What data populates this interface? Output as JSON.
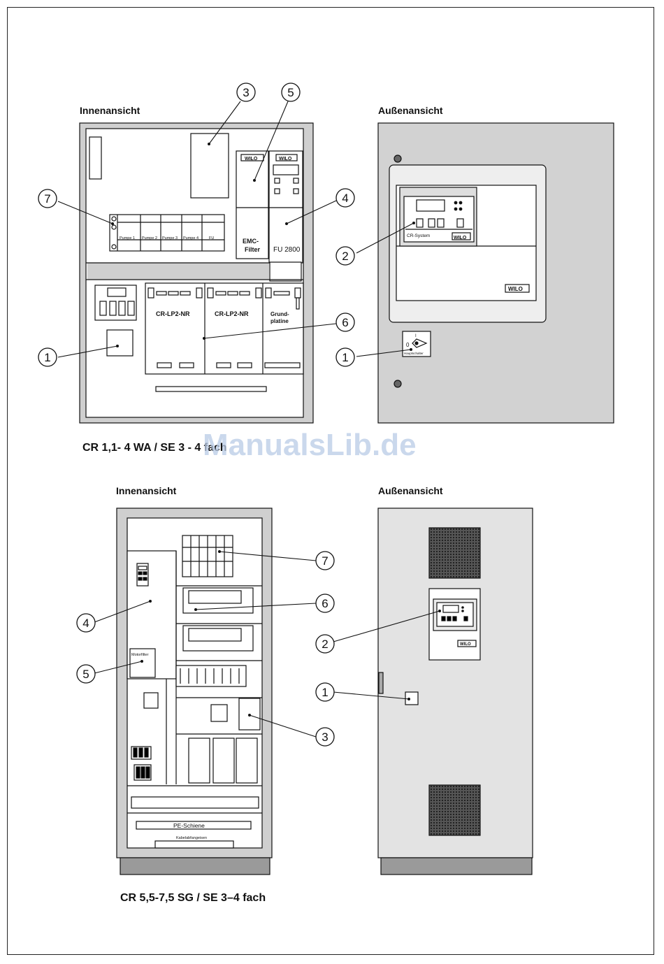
{
  "headings": {
    "inner": "Innenansicht",
    "outer": "Außenansicht"
  },
  "captions": {
    "top": "CR 1,1- 4  WA / SE  3 - 4 fach",
    "bottom": "CR 5,5-7,5  SG / SE  3–4 fach"
  },
  "watermark": "ManualsLib.de",
  "callouts": [
    "1",
    "2",
    "3",
    "4",
    "5",
    "6",
    "7"
  ],
  "labels": {
    "brand": "WILO",
    "emc_line1": "EMC-",
    "emc_line2": "Filter",
    "fu": "FU 2800",
    "cr_lp2_nr": "CR-LP2-NR",
    "grund_line1": "Grund-",
    "grund_line2": "platine",
    "pumps": [
      "Pumpe 1",
      "Pumpe 2",
      "Pumpe 3",
      "Pumpe 4",
      "FU"
    ],
    "cr_system": "CR-System",
    "main_switch": "Hauptschalter",
    "switch_off": "0",
    "switch_on": "I",
    "motorfilter": "Motorfilter",
    "pe_schiene": "PE-Schiene",
    "kabelabfangeisen": "Kabelabfangeisen"
  },
  "colors": {
    "cabinet_shade": "#cfcfcf",
    "door_face": "#e6e6e6",
    "line": "#111111"
  }
}
